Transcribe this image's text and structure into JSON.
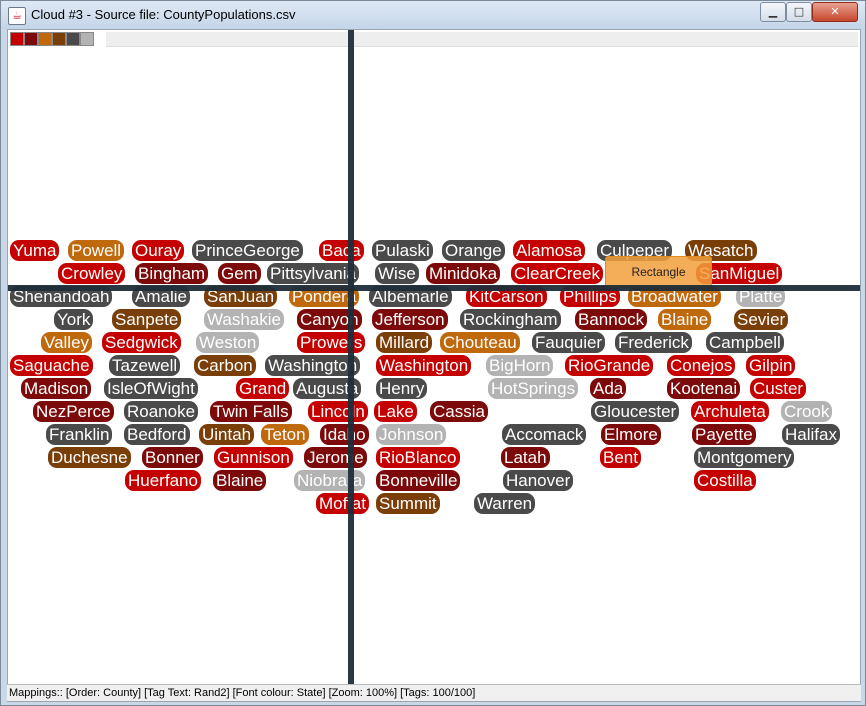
{
  "window": {
    "title": "Cloud #3 - Source file: CountyPopulations.csv",
    "minimize_label": "▁",
    "maximize_label": "□",
    "close_label": "✕"
  },
  "colors": {
    "c1": "#c40000",
    "c2": "#7c0a0a",
    "c3": "#c0690c",
    "c4": "#7a3e08",
    "c5": "#4a4a4a",
    "c6": "#b3b3b3"
  },
  "palette": [
    "#c40000",
    "#7c0a0a",
    "#c0690c",
    "#7a3e08",
    "#4a4a4a",
    "#b3b3b3"
  ],
  "tooltip": {
    "label": "Rectangle"
  },
  "tags": [
    {
      "text": "Yuma",
      "c": "c1"
    },
    {
      "text": "Powell",
      "c": "c3"
    },
    {
      "text": "Ouray",
      "c": "c1"
    },
    {
      "text": "PrinceGeorge",
      "c": "c5"
    },
    {
      "text": "Baca",
      "c": "c1"
    },
    {
      "text": "Pulaski",
      "c": "c5"
    },
    {
      "text": "Orange",
      "c": "c5"
    },
    {
      "text": "Alamosa",
      "c": "c1"
    },
    {
      "text": "Culpeper",
      "c": "c5"
    },
    {
      "text": "Wasatch",
      "c": "c4"
    },
    {
      "text": "Crowley",
      "c": "c1"
    },
    {
      "text": "Bingham",
      "c": "c2"
    },
    {
      "text": "Gem",
      "c": "c2"
    },
    {
      "text": "Pittsylvania",
      "c": "c5"
    },
    {
      "text": "Wise",
      "c": "c5"
    },
    {
      "text": "Minidoka",
      "c": "c2"
    },
    {
      "text": "ClearCreek",
      "c": "c1"
    },
    {
      "text": "SanMiguel",
      "c": "c1"
    },
    {
      "text": "Shenandoah",
      "c": "c5"
    },
    {
      "text": "Amalie",
      "c": "c5"
    },
    {
      "text": "SanJuan",
      "c": "c4"
    },
    {
      "text": "Pondera",
      "c": "c3"
    },
    {
      "text": "Albemarle",
      "c": "c5"
    },
    {
      "text": "KitCarson",
      "c": "c1"
    },
    {
      "text": "Phillips",
      "c": "c1"
    },
    {
      "text": "Broadwater",
      "c": "c3"
    },
    {
      "text": "Platte",
      "c": "c6"
    },
    {
      "text": "York",
      "c": "c5"
    },
    {
      "text": "Sanpete",
      "c": "c4"
    },
    {
      "text": "Washakie",
      "c": "c6"
    },
    {
      "text": "Canyon",
      "c": "c2"
    },
    {
      "text": "Jefferson",
      "c": "c2"
    },
    {
      "text": "Rockingham",
      "c": "c5"
    },
    {
      "text": "Bannock",
      "c": "c2"
    },
    {
      "text": "Blaine",
      "c": "c3"
    },
    {
      "text": "Sevier",
      "c": "c4"
    },
    {
      "text": "Valley",
      "c": "c3"
    },
    {
      "text": "Sedgwick",
      "c": "c1"
    },
    {
      "text": "Weston",
      "c": "c6"
    },
    {
      "text": "Prowers",
      "c": "c1"
    },
    {
      "text": "Millard",
      "c": "c4"
    },
    {
      "text": "Chouteau",
      "c": "c3"
    },
    {
      "text": "Fauquier",
      "c": "c5"
    },
    {
      "text": "Frederick",
      "c": "c5"
    },
    {
      "text": "Campbell",
      "c": "c5"
    },
    {
      "text": "Saguache",
      "c": "c1"
    },
    {
      "text": "Tazewell",
      "c": "c5"
    },
    {
      "text": "Carbon",
      "c": "c4"
    },
    {
      "text": "Washington",
      "c": "c5"
    },
    {
      "text": "Washington",
      "c": "c1"
    },
    {
      "text": "BigHorn",
      "c": "c6"
    },
    {
      "text": "RioGrande",
      "c": "c1"
    },
    {
      "text": "Conejos",
      "c": "c1"
    },
    {
      "text": "Gilpin",
      "c": "c1"
    },
    {
      "text": "Madison",
      "c": "c2"
    },
    {
      "text": "IsleOfWight",
      "c": "c5"
    },
    {
      "text": "Grand",
      "c": "c1"
    },
    {
      "text": "Augusta",
      "c": "c5"
    },
    {
      "text": "Henry",
      "c": "c5"
    },
    {
      "text": "HotSprings",
      "c": "c6"
    },
    {
      "text": "Ada",
      "c": "c2"
    },
    {
      "text": "Kootenai",
      "c": "c2"
    },
    {
      "text": "Custer",
      "c": "c1"
    },
    {
      "text": "NezPerce",
      "c": "c2"
    },
    {
      "text": "Roanoke",
      "c": "c5"
    },
    {
      "text": "Twin Falls",
      "c": "c2"
    },
    {
      "text": "Lincoln",
      "c": "c1"
    },
    {
      "text": "Lake",
      "c": "c1"
    },
    {
      "text": "Cassia",
      "c": "c2"
    },
    {
      "text": "Gloucester",
      "c": "c5"
    },
    {
      "text": "Archuleta",
      "c": "c1"
    },
    {
      "text": "Crook",
      "c": "c6"
    },
    {
      "text": "Franklin",
      "c": "c5"
    },
    {
      "text": "Bedford",
      "c": "c5"
    },
    {
      "text": "Uintah",
      "c": "c4"
    },
    {
      "text": "Teton",
      "c": "c3"
    },
    {
      "text": "Idaho",
      "c": "c2"
    },
    {
      "text": "Johnson",
      "c": "c6"
    },
    {
      "text": "Accomack",
      "c": "c5"
    },
    {
      "text": "Elmore",
      "c": "c2"
    },
    {
      "text": "Payette",
      "c": "c2"
    },
    {
      "text": "Halifax",
      "c": "c5"
    },
    {
      "text": "Duchesne",
      "c": "c4"
    },
    {
      "text": "Bonner",
      "c": "c2"
    },
    {
      "text": "Gunnison",
      "c": "c1"
    },
    {
      "text": "Jerome",
      "c": "c2"
    },
    {
      "text": "RioBlanco",
      "c": "c1"
    },
    {
      "text": "Latah",
      "c": "c2"
    },
    {
      "text": "Bent",
      "c": "c1"
    },
    {
      "text": "Montgomery",
      "c": "c5"
    },
    {
      "text": "Huerfano",
      "c": "c1"
    },
    {
      "text": "Blaine",
      "c": "c2"
    },
    {
      "text": "Niobrara",
      "c": "c6"
    },
    {
      "text": "Bonneville",
      "c": "c2"
    },
    {
      "text": "Hanover",
      "c": "c5"
    },
    {
      "text": "Costilla",
      "c": "c1"
    },
    {
      "text": "Moffat",
      "c": "c1"
    },
    {
      "text": "Summit",
      "c": "c4"
    },
    {
      "text": "Warren",
      "c": "c5"
    }
  ],
  "status": {
    "text": "Mappings:: [Order: County]  [Tag Text: Rand2]  [Font colour: State]  [Zoom: 100%]  [Tags: 100/100]"
  }
}
